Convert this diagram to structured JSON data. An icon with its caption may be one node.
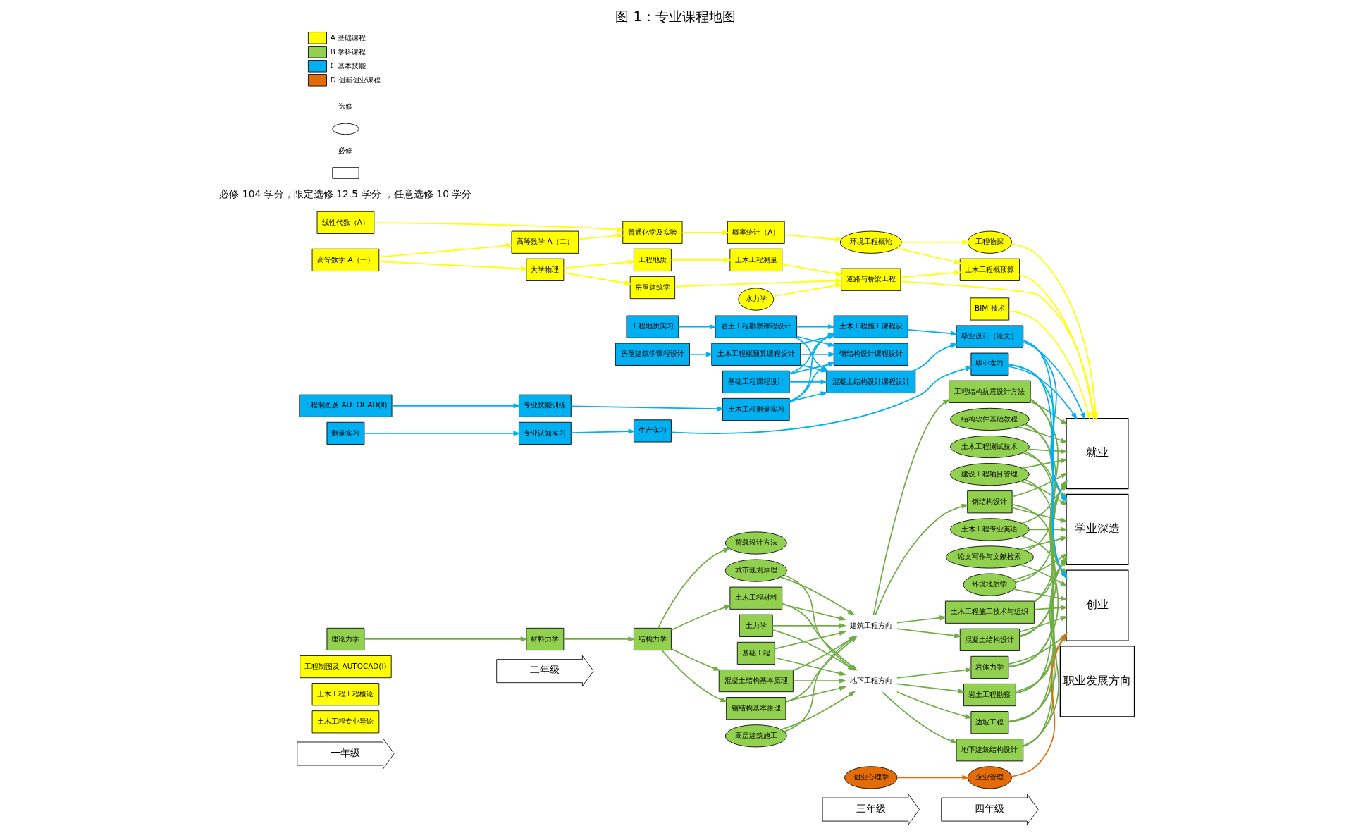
{
  "diagram": {
    "title": "图 1：专业课程地图",
    "nodes": [
      {
        "text": [
          "一年级"
        ]
      },
      {
        "text": [
          "二年级"
        ]
      },
      {
        "text": [
          "三年级"
        ]
      },
      {
        "text": [
          "四年级"
        ]
      },
      {
        "text": [
          "职业发展方向"
        ]
      },
      {
        "text": [
          "土木工程专业导论"
        ]
      },
      {
        "text": [
          "土木工程工程概论"
        ]
      },
      {
        "text": [
          "工程制图及 AUTOCAD(Ⅰ)"
        ]
      },
      {
        "text": [
          "大学物理"
        ]
      },
      {
        "text": [
          "高等数学 A（一）"
        ]
      },
      {
        "text": [
          "高等数学 A（二）"
        ]
      },
      {
        "text": [
          "线性代数（A）"
        ]
      },
      {
        "text": [
          "普通化学及实验"
        ]
      },
      {
        "text": [
          "理论力学"
        ]
      },
      {
        "text": [
          "工程地质"
        ]
      },
      {
        "text": [
          "房屋建筑学"
        ]
      },
      {
        "text": [
          "概率统计（A）"
        ]
      },
      {
        "text": [
          "材料力学"
        ]
      },
      {
        "text": [
          "结构力学"
        ]
      },
      {
        "text": [
          "混凝土结构基本原理"
        ]
      },
      {
        "text": [
          "钢结构基本原理"
        ]
      },
      {
        "text": [
          "荷载设计方法"
        ]
      },
      {
        "text": [
          "土木工程材料"
        ]
      },
      {
        "text": [
          "水力学"
        ]
      },
      {
        "text": [
          "土木工程测量"
        ]
      },
      {
        "text": [
          "BIM 技术"
        ]
      },
      {
        "text": [
          "道路与桥梁工程"
        ]
      },
      {
        "text": [
          "土木工程概预算"
        ]
      },
      {
        "text": [
          "环境工程概论"
        ]
      },
      {
        "text": [
          "工程物探"
        ]
      },
      {
        "text": [
          "高层建筑施工"
        ]
      },
      {
        "text": [
          "城市规划原理"
        ]
      },
      {
        "text": [
          "土力学"
        ]
      },
      {
        "text": [
          "基础工程"
        ]
      },
      {
        "text": [
          "混凝土结构设计"
        ]
      },
      {
        "text": [
          "工程结构抗震设计方法"
        ]
      },
      {
        "text": [
          "钢结构设计"
        ]
      },
      {
        "text": [
          "土木工程施工技术与组织"
        ]
      },
      {
        "text": [
          "岩体力学"
        ]
      },
      {
        "text": [
          "岩土工程勘察"
        ]
      },
      {
        "text": [
          "边坡工程"
        ]
      },
      {
        "text": [
          "地下建筑结构设计"
        ]
      },
      {
        "text": [
          "结构软件基础教程"
        ]
      },
      {
        "text": [
          "土木工程测试技术"
        ]
      },
      {
        "text": [
          "建设工程项目管理"
        ]
      },
      {
        "text": [
          "土木工程专业英语"
        ]
      },
      {
        "text": [
          "论文写作与文献检索"
        ]
      },
      {
        "text": [
          "环境地质学"
        ]
      },
      {
        "text": [
          "就业"
        ]
      },
      {
        "text": [
          "学业深造"
        ]
      },
      {
        "text": [
          "创业"
        ]
      },
      {
        "text": [
          "测量实习"
        ]
      },
      {
        "text": [
          "专业认知实习"
        ]
      },
      {
        "text": [
          "生产实习"
        ]
      },
      {
        "text": [
          "工程制图及 AUTOCAD(Ⅱ)"
        ]
      },
      {
        "text": [
          "专业技能训练"
        ]
      },
      {
        "text": [
          "工程地质实习"
        ]
      },
      {
        "text": [
          "房屋建筑学课程设计"
        ]
      },
      {
        "text": [
          "基础工程课程设计"
        ]
      },
      {
        "text": [
          "土木工程测量实习"
        ]
      },
      {
        "text": [
          "岩土工程勘察课程设计"
        ]
      },
      {
        "text": [
          "土木工程概预算课程设计"
        ]
      },
      {
        "text": [
          "土木工程施工课程设"
        ]
      },
      {
        "text": [
          "混凝土结构设计课程设计"
        ]
      },
      {
        "text": [
          "钢结构设计课程设计"
        ]
      },
      {
        "text": [
          "毕业实习"
        ]
      },
      {
        "text": [
          "毕业设计（论文）"
        ]
      },
      {
        "text": [
          "创业心理学"
        ]
      },
      {
        "text": [
          "企业管理"
        ]
      },
      {
        "text": [
          "建筑工程方向"
        ]
      },
      {
        "text": [
          "地下工程方向"
        ]
      }
    ],
    "edges": [
      {
        "from": 9,
        "to": 8,
        "arrow": "to",
        "color": "#ffff00"
      },
      {
        "from": 9,
        "to": 10,
        "arrow": "to",
        "color": "#ffff00"
      },
      {
        "from": 10,
        "to": 12,
        "arrow": "to",
        "color": "#ffff00"
      },
      {
        "from": 11,
        "to": 12,
        "arrow": "to",
        "color": "#ffff00"
      },
      {
        "from": 8,
        "to": 14,
        "arrow": "to",
        "color": "#ffff00"
      },
      {
        "from": 8,
        "to": 15,
        "arrow": "to",
        "color": "#ffff00"
      },
      {
        "from": 12,
        "to": 16,
        "arrow": "to",
        "color": "#ffff00"
      },
      {
        "from": 14,
        "to": 24,
        "arrow": "to",
        "color": "#ffff00"
      },
      {
        "from": 15,
        "to": 26,
        "arrow": "to",
        "color": "#ffff00"
      },
      {
        "from": 24,
        "to": 26,
        "arrow": "to",
        "color": "#ffff00"
      },
      {
        "from": 23,
        "to": 26,
        "arrow": "to",
        "color": "#ffff00"
      },
      {
        "from": 26,
        "to": 27,
        "arrow": "to",
        "color": "#ffff00"
      },
      {
        "from": 28,
        "to": 27,
        "arrow": "to",
        "color": "#ffff00"
      },
      {
        "from": 16,
        "to": 28,
        "arrow": "to",
        "color": "#ffff00"
      },
      {
        "from": 28,
        "to": 29,
        "arrow": "to",
        "color": "#ffff00"
      },
      {
        "from": 25,
        "to": 48,
        "arrow": "to",
        "color": "#ffff00"
      },
      {
        "from": 26,
        "to": 48,
        "arrow": "to",
        "color": "#ffff00"
      },
      {
        "from": 27,
        "to": 48,
        "arrow": "to",
        "color": "#ffff00"
      },
      {
        "from": 29,
        "to": 48,
        "arrow": "to",
        "color": "#ffff00"
      },
      {
        "from": 13,
        "to": 17,
        "arrow": "to"
      },
      {
        "from": 17,
        "to": 18,
        "arrow": "to"
      },
      {
        "from": 18,
        "to": 19,
        "arrow": "to"
      },
      {
        "from": 18,
        "to": 20,
        "arrow": "to"
      },
      {
        "from": 18,
        "to": 21,
        "arrow": "to"
      },
      {
        "from": 18,
        "to": 22,
        "arrow": "to"
      },
      {
        "from": 19,
        "to": 69,
        "arrow": "to"
      },
      {
        "from": 20,
        "to": 69,
        "arrow": "to"
      },
      {
        "from": 22,
        "to": 69,
        "arrow": "to"
      },
      {
        "from": 30,
        "to": 69,
        "arrow": "to"
      },
      {
        "from": 31,
        "to": 69,
        "arrow": "to"
      },
      {
        "from": 32,
        "to": 69,
        "arrow": "to"
      },
      {
        "from": 33,
        "to": 69,
        "arrow": "to"
      },
      {
        "from": 19,
        "to": 70,
        "arrow": "to"
      },
      {
        "from": 20,
        "to": 70,
        "arrow": "to"
      },
      {
        "from": 22,
        "to": 70,
        "arrow": "to"
      },
      {
        "from": 30,
        "to": 70,
        "arrow": "to"
      },
      {
        "from": 31,
        "to": 70,
        "arrow": "to"
      },
      {
        "from": 32,
        "to": 70,
        "arrow": "to"
      },
      {
        "from": 33,
        "to": 70,
        "arrow": "to"
      },
      {
        "from": 69,
        "to": 34,
        "arrow": "to"
      },
      {
        "from": 69,
        "to": 35,
        "arrow": "to"
      },
      {
        "from": 69,
        "to": 36,
        "arrow": "to"
      },
      {
        "from": 69,
        "to": 37,
        "arrow": "to"
      },
      {
        "from": 70,
        "to": 38,
        "arrow": "to"
      },
      {
        "from": 70,
        "to": 39,
        "arrow": "to"
      },
      {
        "from": 70,
        "to": 40,
        "arrow": "to"
      },
      {
        "from": 70,
        "to": 41,
        "arrow": "to"
      },
      {
        "from": 34,
        "to": 48,
        "arrow": "to"
      },
      {
        "from": 34,
        "to": 49,
        "arrow": "to"
      },
      {
        "from": 34,
        "to": 50,
        "arrow": "to"
      },
      {
        "from": 35,
        "to": 48,
        "arrow": "to"
      },
      {
        "from": 35,
        "to": 49,
        "arrow": "to"
      },
      {
        "from": 35,
        "to": 50,
        "arrow": "to"
      },
      {
        "from": 36,
        "to": 48,
        "arrow": "to"
      },
      {
        "from": 36,
        "to": 49,
        "arrow": "to"
      },
      {
        "from": 36,
        "to": 50,
        "arrow": "to"
      },
      {
        "from": 37,
        "to": 48,
        "arrow": "to"
      },
      {
        "from": 37,
        "to": 49,
        "arrow": "to"
      },
      {
        "from": 37,
        "to": 50,
        "arrow": "to"
      },
      {
        "from": 38,
        "to": 48,
        "arrow": "to"
      },
      {
        "from": 38,
        "to": 49,
        "arrow": "to"
      },
      {
        "from": 38,
        "to": 50,
        "arrow": "to"
      },
      {
        "from": 39,
        "to": 48,
        "arrow": "to"
      },
      {
        "from": 39,
        "to": 49,
        "arrow": "to"
      },
      {
        "from": 39,
        "to": 50,
        "arrow": "to"
      },
      {
        "from": 40,
        "to": 48,
        "arrow": "to"
      },
      {
        "from": 40,
        "to": 49,
        "arrow": "to"
      },
      {
        "from": 40,
        "to": 50,
        "arrow": "to"
      },
      {
        "from": 41,
        "to": 48,
        "arrow": "to"
      },
      {
        "from": 41,
        "to": 49,
        "arrow": "to"
      },
      {
        "from": 41,
        "to": 50,
        "arrow": "to"
      },
      {
        "from": 42,
        "to": 48,
        "arrow": "to"
      },
      {
        "from": 42,
        "to": 49,
        "arrow": "to"
      },
      {
        "from": 42,
        "to": 50,
        "arrow": "to"
      },
      {
        "from": 43,
        "to": 48,
        "arrow": "to"
      },
      {
        "from": 43,
        "to": 49,
        "arrow": "to"
      },
      {
        "from": 43,
        "to": 50,
        "arrow": "to"
      },
      {
        "from": 44,
        "to": 48,
        "arrow": "to"
      },
      {
        "from": 44,
        "to": 49,
        "arrow": "to"
      },
      {
        "from": 44,
        "to": 50,
        "arrow": "to"
      },
      {
        "from": 45,
        "to": 48,
        "arrow": "to"
      },
      {
        "from": 45,
        "to": 49,
        "arrow": "to"
      },
      {
        "from": 45,
        "to": 50,
        "arrow": "to"
      },
      {
        "from": 46,
        "to": 48,
        "arrow": "to"
      },
      {
        "from": 46,
        "to": 49,
        "arrow": "to"
      },
      {
        "from": 46,
        "to": 50,
        "arrow": "to"
      },
      {
        "from": 47,
        "to": 48,
        "arrow": "to"
      },
      {
        "from": 47,
        "to": 49,
        "arrow": "to"
      },
      {
        "from": 47,
        "to": 50,
        "arrow": "to"
      },
      {
        "from": 51,
        "to": 52,
        "arrow": "to",
        "color": "#00b0f0"
      },
      {
        "from": 52,
        "to": 53,
        "arrow": "to",
        "color": "#00b0f0"
      },
      {
        "from": 54,
        "to": 55,
        "arrow": "to",
        "color": "#00b0f0"
      },
      {
        "from": 55,
        "to": 59,
        "arrow": "to",
        "color": "#00b0f0"
      },
      {
        "from": 56,
        "to": 60,
        "arrow": "to",
        "color": "#00b0f0"
      },
      {
        "from": 57,
        "to": 61,
        "arrow": "to",
        "color": "#00b0f0"
      },
      {
        "from": 53,
        "to": 65,
        "arrow": "to",
        "color": "#00b0f0"
      },
      {
        "from": 58,
        "to": 62,
        "arrow": "to",
        "color": "#00b0f0"
      },
      {
        "from": 58,
        "to": 63,
        "arrow": "to",
        "color": "#00b0f0"
      },
      {
        "from": 58,
        "to": 64,
        "arrow": "to",
        "color": "#00b0f0"
      },
      {
        "from": 59,
        "to": 62,
        "arrow": "to",
        "color": "#00b0f0"
      },
      {
        "from": 59,
        "to": 63,
        "arrow": "to",
        "color": "#00b0f0"
      },
      {
        "from": 59,
        "to": 64,
        "arrow": "to",
        "color": "#00b0f0"
      },
      {
        "from": 60,
        "to": 62,
        "arrow": "to",
        "color": "#00b0f0"
      },
      {
        "from": 60,
        "to": 63,
        "arrow": "to",
        "color": "#00b0f0"
      },
      {
        "from": 60,
        "to": 64,
        "arrow": "to",
        "color": "#00b0f0"
      },
      {
        "from": 61,
        "to": 62,
        "arrow": "to",
        "color": "#00b0f0"
      },
      {
        "from": 61,
        "to": 63,
        "arrow": "to",
        "color": "#00b0f0"
      },
      {
        "from": 61,
        "to": 64,
        "arrow": "to",
        "color": "#00b0f0"
      },
      {
        "from": 62,
        "to": 66,
        "arrow": "to",
        "color": "#00b0f0"
      },
      {
        "from": 63,
        "to": 66,
        "arrow": "to",
        "color": "#00b0f0"
      },
      {
        "from": 65,
        "to": 48,
        "arrow": "to",
        "color": "#00b0f0"
      },
      {
        "from": 65,
        "to": 49,
        "arrow": "to",
        "color": "#00b0f0"
      },
      {
        "from": 65,
        "to": 50,
        "arrow": "to",
        "color": "#00b0f0"
      },
      {
        "from": 66,
        "to": 48,
        "arrow": "to",
        "color": "#00b0f0"
      },
      {
        "from": 66,
        "to": 49,
        "arrow": "to",
        "color": "#00b0f0"
      },
      {
        "from": 66,
        "to": 50,
        "arrow": "to",
        "color": "#00b0f0"
      },
      {
        "from": 67,
        "to": 68,
        "arrow": "to",
        "color": "#e36c09"
      },
      {
        "from": 68,
        "to": 50,
        "arrow": "to",
        "color": "#e36c09"
      }
    ],
    "labels": [
      "必修 104 学分，限定选修 12.5 学分 ，任意选修 10 学分"
    ],
    "legend": [
      {
        "text": "必修"
      },
      {
        "text": "选修"
      },
      {
        "text": "A 基础课程",
        "color": "#ffff00"
      },
      {
        "text": "B 学科课程",
        "color": "#92d050"
      },
      {
        "text": "C 基本技能",
        "color": "#00b0f0"
      },
      {
        "text": "D 创新创业课程",
        "color": "#e36c09"
      }
    ]
  }
}
